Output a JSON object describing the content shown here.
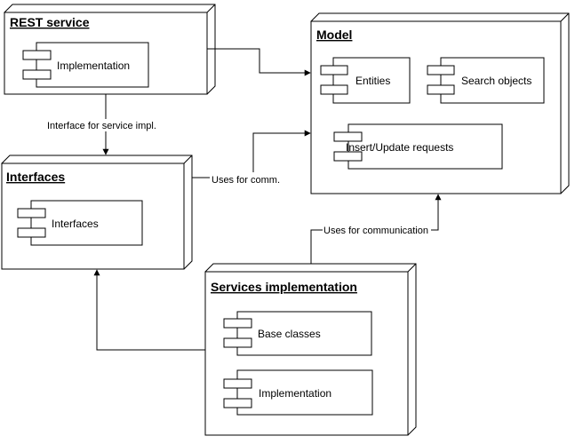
{
  "nodes": {
    "rest": {
      "title": "REST service",
      "component": "Implementation"
    },
    "model": {
      "title": "Model",
      "components": [
        "Entities",
        "Search objects",
        "Insert/Update requests"
      ]
    },
    "interfaces": {
      "title": "Interfaces",
      "component": "Interfaces"
    },
    "services": {
      "title": "Services implementation",
      "components": [
        "Base classes",
        "Implementation"
      ]
    }
  },
  "edges": {
    "interface_for_impl": "Interface for service impl.",
    "uses_for_comm": "Uses for comm.",
    "uses_for_communication": "Uses for communication"
  }
}
